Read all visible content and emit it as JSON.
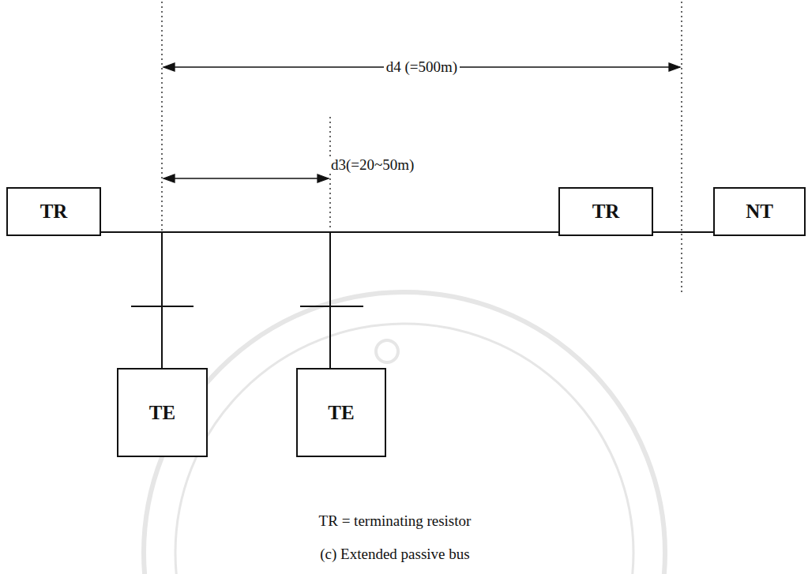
{
  "diagram": {
    "caption": "(c) Extended passive bus",
    "nodes": [
      {
        "text": [
          "TR"
        ]
      },
      {
        "text": [
          "TR"
        ]
      },
      {
        "text": [
          "NT"
        ]
      },
      {
        "text": [
          "TE"
        ]
      },
      {
        "text": [
          "TE"
        ]
      }
    ],
    "edges": [
      {
        "from": 0,
        "to": 1,
        "arrow": "none"
      },
      {
        "from": 1,
        "to": 2,
        "arrow": "none"
      }
    ],
    "labels": [
      "d4 (=500m)",
      "d3(=20~50m)",
      "TR = terminating resistor"
    ]
  }
}
